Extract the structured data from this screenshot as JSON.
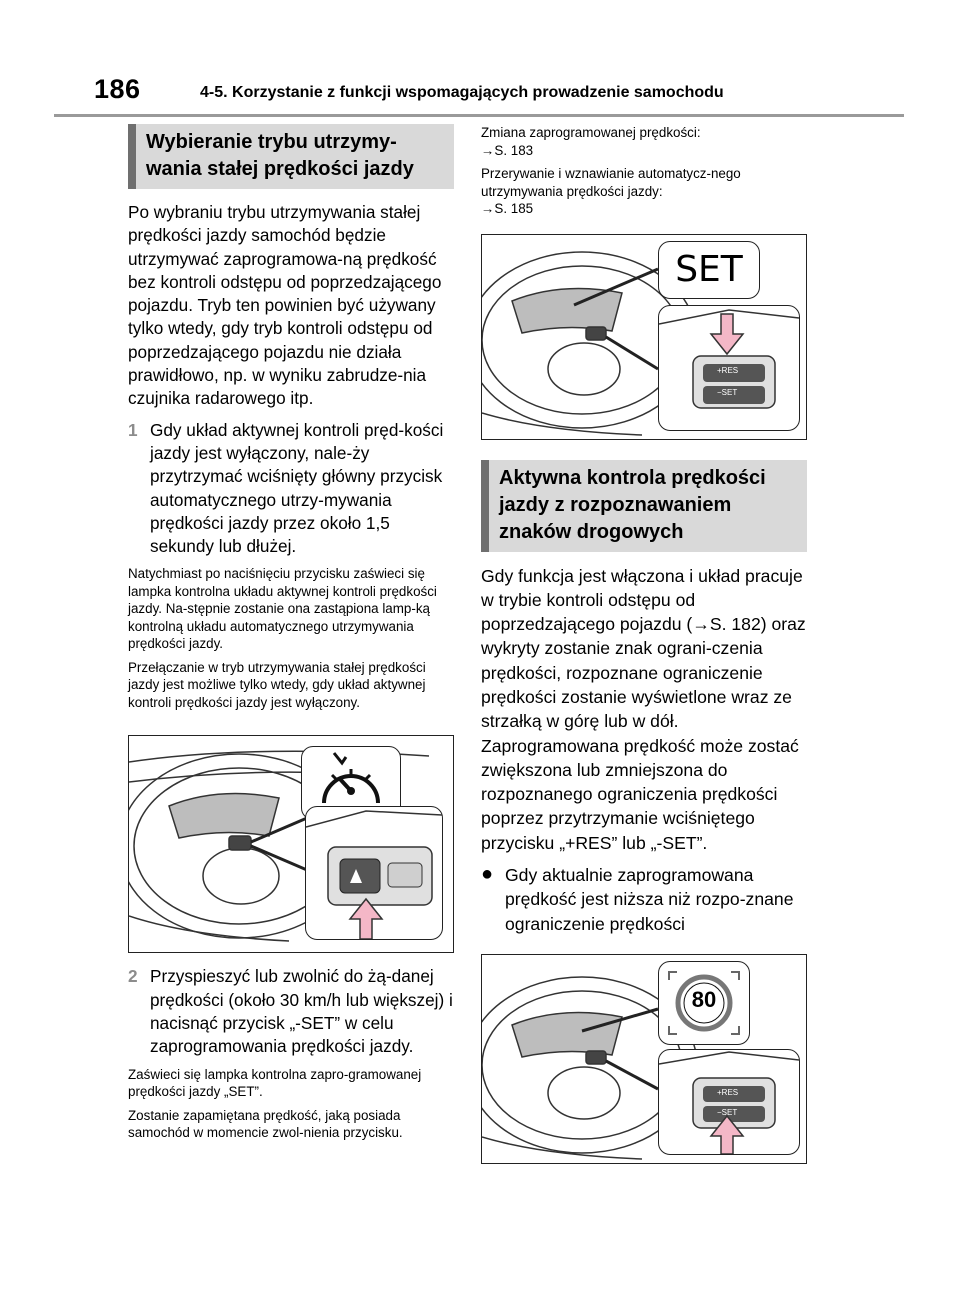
{
  "header": {
    "page_number": "186",
    "chapter": "4-5. Korzystanie z funkcji wspomagających prowadzenie samochodu"
  },
  "left": {
    "heading": "Wybieranie trybu utrzymy-wania stałej prędkości jazdy",
    "heading_line1": "Wybieranie trybu utrzymy-",
    "heading_line2": "wania stałej prędkości jazdy",
    "intro": "Po wybraniu trybu utrzymywania stałej prędkości jazdy samochód będzie utrzymywać zaprogramowa-ną prędkość bez kontroli odstępu od poprzedzającego pojazdu. Tryb ten powinien być używany tylko wtedy, gdy tryb kontroli odstępu od poprzedzającego pojazdu nie działa prawidłowo, np. w wyniku zabrudze-nia czujnika radarowego itp.",
    "step1_num": "1",
    "step1_text": "Gdy układ aktywnej kontroli pręd-kości jazdy jest wyłączony, nale-ży przytrzymać wciśnięty główny przycisk automatycznego utrzy-mywania prędkości jazdy przez około 1,5 sekundy lub dłużej.",
    "note1": "Natychmiast po naciśnięciu przycisku zaświeci się lampka kontrolna układu aktywnej kontroli prędkości jazdy. Na-stępnie zostanie ona zastąpiona lamp-ką kontrolną układu automatycznego utrzymywania prędkości jazdy.",
    "note2": "Przełączanie w tryb utrzymywania stałej prędkości jazdy jest możliwe tylko wtedy, gdy układ aktywnej kontroli prędkości jazdy jest wyłączony.",
    "step2_num": "2",
    "step2_text": "Przyspieszyć lub zwolnić do żą-danej prędkości (około 30 km/h lub większej) i nacisnąć przycisk „-SET” w celu zaprogramowania prędkości jazdy.",
    "note3": "Zaświeci się lampka kontrolna zapro-gramowanej prędkości jazdy „SET”.",
    "note4": "Zostanie zapamiętana prędkość, jaką posiada samochód w momencie zwol-nienia przycisku."
  },
  "right": {
    "ref1_text": "Zmiana zaprogramowanej prędkości:",
    "ref1_link": "→S. 183",
    "ref2_text": "Przerywanie i wznawianie automatycz-nego utrzymywania prędkości jazdy:",
    "ref2_link": "→S. 185",
    "fig1_label": "SET",
    "fig1_btn_plus": "+RES",
    "fig1_btn_minus": "−SET",
    "heading_line1": "Aktywna kontrola prędkości",
    "heading_line2": "jazdy z rozpoznawaniem",
    "heading_line3": "znaków drogowych",
    "para": "Gdy funkcja jest włączona i układ pracuje w trybie kontroli odstępu od poprzedzającego pojazdu (→S. 182) oraz wykryty zostanie znak ograni-czenia prędkości, rozpoznane ograniczenie prędkości zostanie wyświetlone wraz ze strzałką w górę lub w dół. Zaprogramowana prędkość może zostać zwiększona lub zmniejszona do rozpoznanego ograniczenia prędkości poprzez przytrzymanie wciśniętego przycisku „+RES” lub „-SET”.",
    "bullet1": "Gdy aktualnie zaprogramowana prędkość jest niższa niż rozpo-znane ograniczenie prędkości",
    "fig2_sign": "80",
    "fig2_btn_plus": "+RES",
    "fig2_btn_minus": "−SET"
  }
}
